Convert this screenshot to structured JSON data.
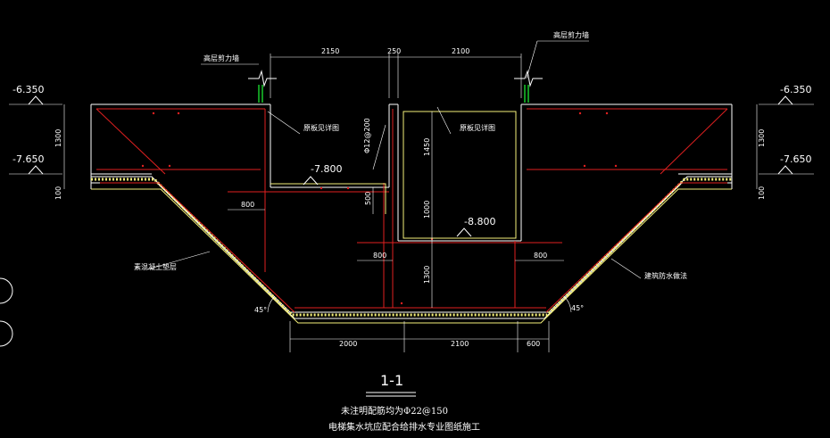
{
  "drawing": {
    "section_title": "1-1",
    "notes": [
      "未注明配筋均为Φ22@150",
      "电梯集水坑应配合给排水专业图纸施工"
    ],
    "elevations": {
      "left_top": "-6.350",
      "left_mid": "-7.650",
      "right_top": "-6.350",
      "right_mid": "-7.650",
      "pit_a": "-7.800",
      "pit_b": "-8.800"
    },
    "labels": {
      "shear_wall_left": "高层剪力墙",
      "shear_wall_right": "高层剪力墙",
      "detail_left": "原板见详图",
      "detail_right": "原板见详图",
      "rebar": "Φ12@200",
      "cushion": "素混凝土垫层",
      "waterproof": "建筑防水做法"
    },
    "dimensions": {
      "top": [
        "2150",
        "250",
        "2100"
      ],
      "left_side": [
        "1300",
        "100"
      ],
      "right_side": [
        "1300",
        "100"
      ],
      "inner": [
        "1450",
        "1000",
        "1300",
        "500"
      ],
      "anchors": [
        "800",
        "800",
        "800"
      ],
      "bottom": [
        "2000",
        "2100",
        "600"
      ],
      "angles": [
        "45°",
        "45°"
      ]
    },
    "colors": {
      "background": "#000000",
      "structure": "#ffffff",
      "rebar": "#e02020",
      "cushion": "#f5f07a",
      "wall": "#19c82a"
    }
  }
}
